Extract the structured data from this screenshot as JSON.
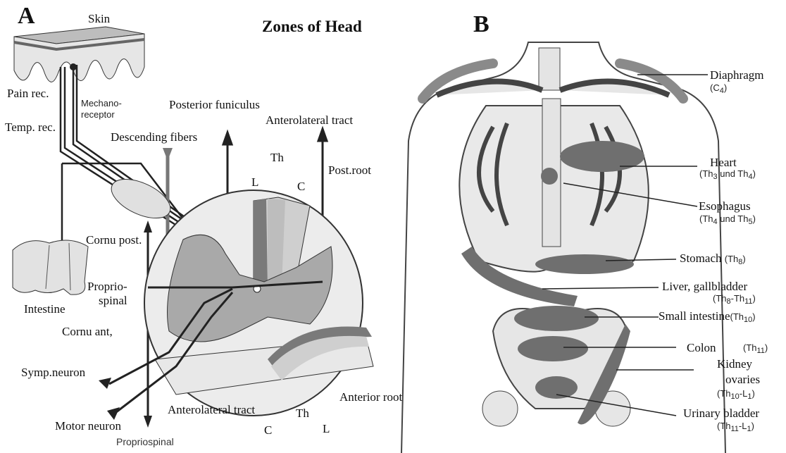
{
  "panel_a": {
    "letter": "A",
    "title": "Zones of Head",
    "labels": {
      "skin": "Skin",
      "pain_rec": "Pain rec.",
      "mechano_1": "Mechano-",
      "mechano_2": "receptor",
      "temp_rec": "Temp. rec.",
      "posterior_funiculus": "Posterior funiculus",
      "anterolateral_tract_top": "Anterolateral tract",
      "descending_fibers": "Descending fibers",
      "th_top": "Th",
      "l_top": "L",
      "c_top": "C",
      "post_root": "Post.root",
      "cornu_post": "Cornu post.",
      "intestine": "Intestine",
      "proprio_1": "Proprio-",
      "proprio_2": "spinal",
      "cornu_ant": "Cornu ant,",
      "symp_neuron": "Symp.neuron",
      "motor_neuron": "Motor neuron",
      "propriospinal": "Propriospinal",
      "anterolateral_tract_bottom": "Anterolateral tract",
      "c_bottom": "C",
      "th_bottom": "Th",
      "l_bottom": "L",
      "anterior_root": "Anterior root"
    }
  },
  "panel_b": {
    "letter": "B",
    "labels": {
      "diaphragm": "Diaphragm",
      "diaphragm_seg": "(C",
      "diaphragm_seg_sub": "4",
      "diaphragm_seg_end": ")",
      "heart": "Heart",
      "heart_seg": "(Th",
      "heart_seg_sub1": "3",
      "heart_seg_mid": " und Th",
      "heart_seg_sub2": "4",
      "heart_seg_end": ")",
      "esophagus": "Esophagus",
      "esophagus_seg": "(Th",
      "esophagus_seg_sub1": "4",
      "esophagus_seg_mid": " und Th",
      "esophagus_seg_sub2": "5",
      "esophagus_seg_end": ")",
      "stomach": "Stomach",
      "stomach_seg": "(Th",
      "stomach_seg_sub": "8",
      "stomach_seg_end": ")",
      "liver": "Liver, gallbladder",
      "liver_seg": "(Th",
      "liver_seg_sub1": "8",
      "liver_seg_mid": "-Th",
      "liver_seg_sub2": "11",
      "liver_seg_end": ")",
      "small_intestine": "Small intestine",
      "small_intestine_seg": "(Th",
      "small_intestine_seg_sub": "10",
      "small_intestine_seg_end": ")",
      "colon": "Colon",
      "colon_seg": "(Th",
      "colon_seg_sub": "11",
      "colon_seg_end": ")",
      "kidney_1": "Kidney",
      "kidney_2": "ovaries",
      "kidney_seg": "(Th",
      "kidney_seg_sub1": "10",
      "kidney_seg_mid": "-L",
      "kidney_seg_sub2": "1",
      "kidney_seg_end": ")",
      "bladder": "Urinary bladder",
      "bladder_seg": "(Th",
      "bladder_seg_sub1": "11",
      "bladder_seg_mid": "-L",
      "bladder_seg_sub2": "1",
      "bladder_seg_end": ")"
    }
  },
  "colors": {
    "zone": "#6f6f6f",
    "tissue": "#d9d9d9",
    "grey_matter": "#a9a9a9",
    "line": "#222222"
  }
}
